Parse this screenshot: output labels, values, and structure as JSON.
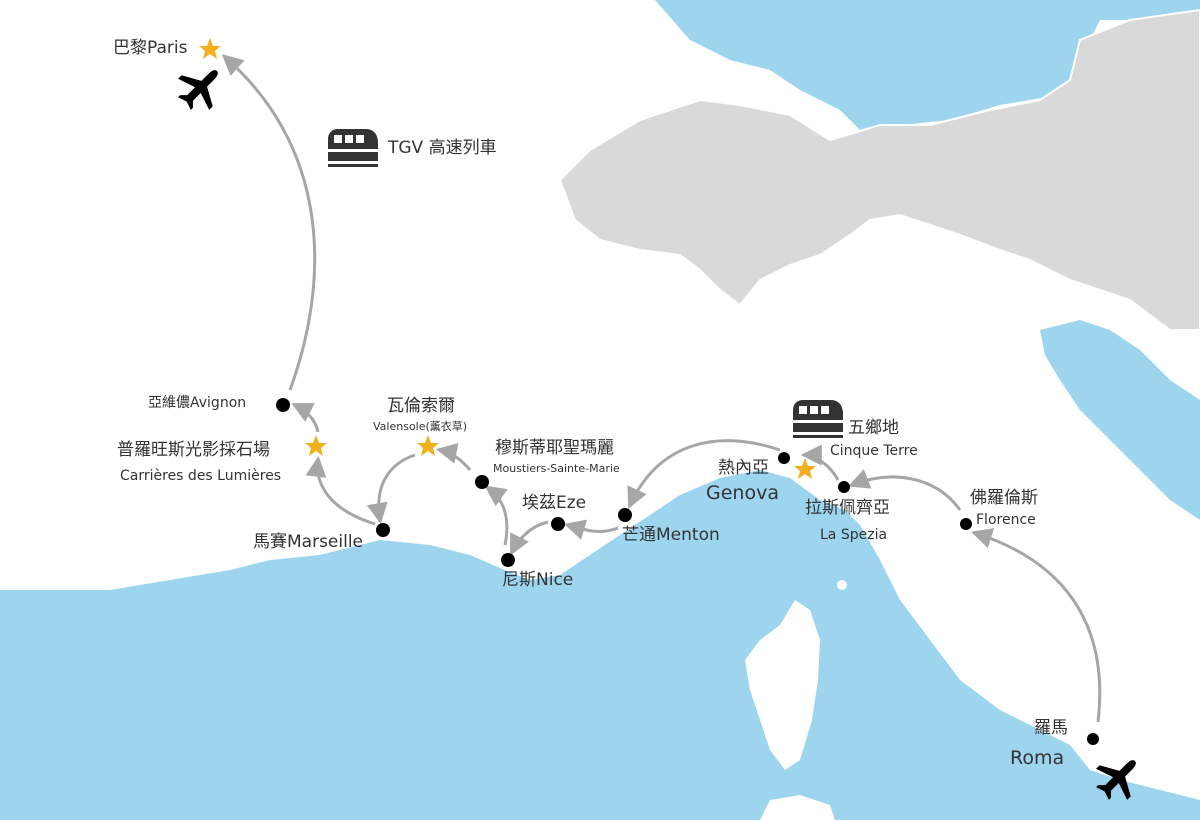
{
  "colors": {
    "sea": "#9dd5ee",
    "land_other": "#d9d9d9",
    "land_france_italy": "#ffffff",
    "route": "#a6a6a6",
    "stop": "#000000",
    "star": "#f2b01e"
  },
  "transport": {
    "tgv_label": "TGV 高速列車"
  },
  "places": {
    "paris": "巴黎Paris",
    "avignon": "亞維儂Avignon",
    "provence_quarry_zh": "普羅旺斯光影採石場",
    "provence_quarry_en": "Carrières des Lumières",
    "marseille": "馬賽Marseille",
    "valensole_zh": "瓦倫索爾",
    "valensole_en": "Valensole(薰衣草)",
    "moustiers_zh": "穆斯蒂耶聖瑪麗",
    "moustiers_en": "Moustiers-Sainte-Marie",
    "nice": "尼斯Nice",
    "eze": "埃茲Eze",
    "menton": "芒通Menton",
    "genova_zh": "熱內亞",
    "genova_en": "Genova",
    "cinque_terre_zh": "五鄉地",
    "cinque_terre_en": "Cinque Terre",
    "la_spezia_zh": "拉斯佩齊亞",
    "la_spezia_en": "La Spezia",
    "florence_zh": "佛羅倫斯",
    "florence_en": "Florence",
    "roma_zh": "羅馬",
    "roma_en": "Roma"
  },
  "icons": [
    "plane-icon",
    "train-icon",
    "star-icon",
    "stop-dot"
  ]
}
